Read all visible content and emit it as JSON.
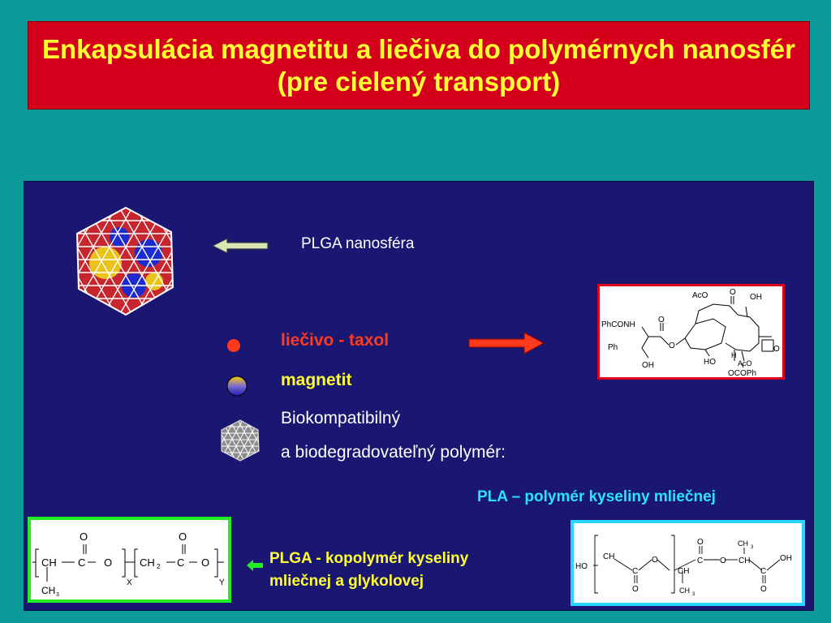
{
  "slide": {
    "title": "Enkapsulácia magnetitu a liečiva do polymérnych nanosfér (pre cielený transport)"
  },
  "legend": {
    "nanosphere_label": "PLGA nanosféra",
    "drug_label": "liečivo - taxol",
    "magnetite_label": "magnetit",
    "polymer_line1": "Biokompatibilný",
    "polymer_line2": "a biodegradovateľný polymér:",
    "pla_label": "PLA – polymér kyseliny mliečnej",
    "plga_line1": "PLGA - kopolymér kyseliny",
    "plga_line2": "mliečnej a glykolovej"
  },
  "taxol": {
    "aco_top": "AcO",
    "o_top": "O",
    "oh_top": "OH",
    "phconh": "PhCONH",
    "ph": "Ph",
    "o_ester": "O",
    "o_link": "O",
    "oh_bottom": "OH",
    "ho": "HO",
    "h": "H",
    "aco_bottom": "AcO",
    "o_ring": "O",
    "ocoph": "OCOPh"
  },
  "plga": {
    "o1": "O",
    "ch": "CH",
    "c1": "C",
    "o_b1": "O",
    "x": "X",
    "ch2": "CH",
    "two": "2",
    "o2": "O",
    "c2": "C",
    "o_b2": "O",
    "y": "Y",
    "ch3": "CH",
    "three": "3"
  },
  "pla": {
    "ho": "HO",
    "ch_a": "CH",
    "c_a": "C",
    "o_a": "O",
    "o_brA": "O",
    "ch_b": "CH",
    "ch3_b": "CH",
    "sub3": "3",
    "c_b": "C",
    "o_b": "O",
    "o_link": "O",
    "ch3_top": "CH",
    "ch_c": "CH",
    "c_c": "C",
    "o_c": "O",
    "oh": "OH"
  },
  "colors": {
    "background": "#0b9a9a",
    "title_bg": "#d4001c",
    "title_text": "#ffff33",
    "panel": "#1a1772",
    "drug": "#ff3b1f",
    "pla_text": "#29e3ff",
    "plga_frame": "#22ee22",
    "pla_frame": "#29d6ff",
    "taxol_frame": "#e0001a"
  },
  "icons": [
    "geodesic-nanosphere-icon",
    "left-arrow-icon",
    "red-drug-dot-icon",
    "magnetite-sphere-icon",
    "small-nanosphere-icon",
    "right-arrow-icon",
    "green-arrow-icon"
  ]
}
